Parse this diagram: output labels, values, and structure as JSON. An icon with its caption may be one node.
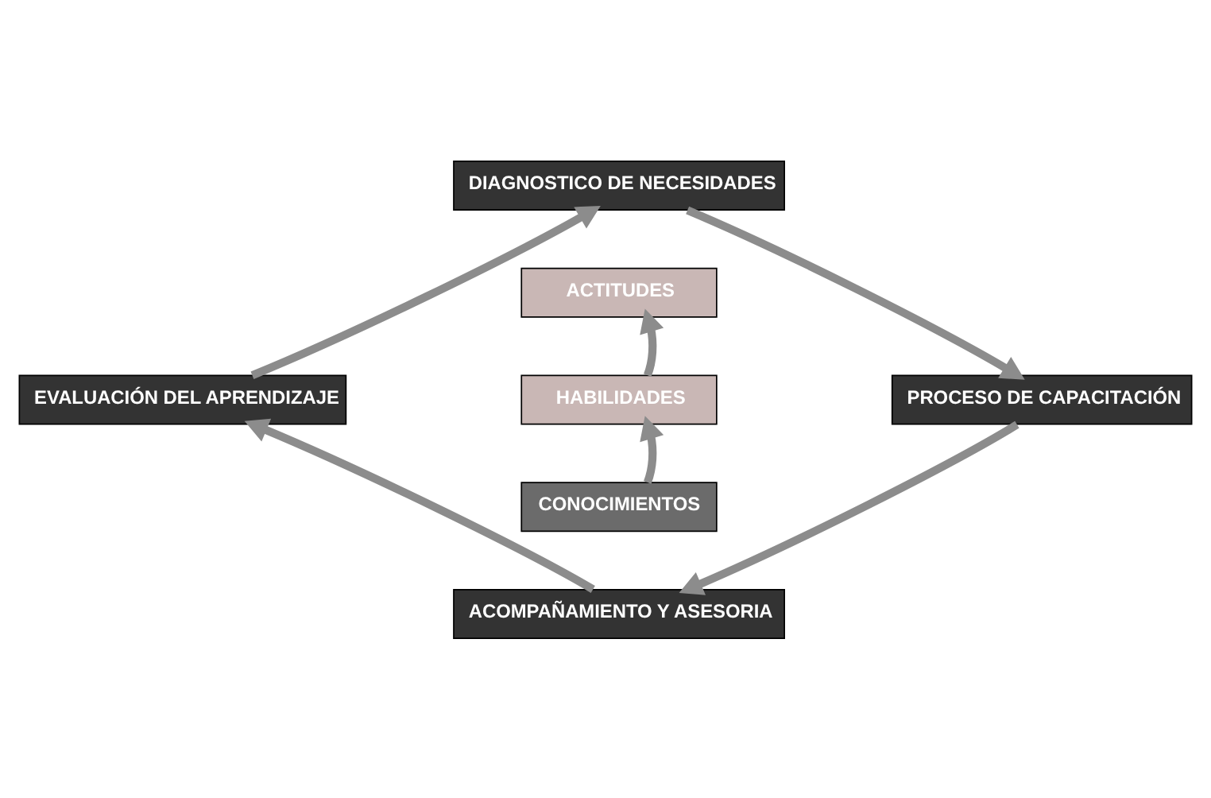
{
  "diagram": {
    "nodes": [
      {
        "text": [
          "DIAGNOSTICO DE NECESIDADES"
        ]
      },
      {
        "text": [
          "EVALUACIÓN DEL APRENDIZAJE"
        ]
      },
      {
        "text": [
          "ACTITUDES"
        ]
      },
      {
        "text": [
          "PROCESO DE CAPACITACIÓN"
        ]
      },
      {
        "text": [
          "HABILIDADES"
        ]
      },
      {
        "text": [
          "CONOCIMIENTOS"
        ]
      },
      {
        "text": [
          "ACOMPAÑAMIENTO Y ASESORIA"
        ]
      }
    ],
    "edges": [
      {
        "from": 0,
        "to": 3,
        "arrow": "to"
      },
      {
        "from": 3,
        "to": 6,
        "arrow": "to"
      },
      {
        "from": 6,
        "to": 1,
        "arrow": "to"
      },
      {
        "from": 1,
        "to": 0,
        "arrow": "to"
      },
      {
        "from": 5,
        "to": 4,
        "arrow": "to"
      },
      {
        "from": 4,
        "to": 2,
        "arrow": "to"
      }
    ]
  }
}
